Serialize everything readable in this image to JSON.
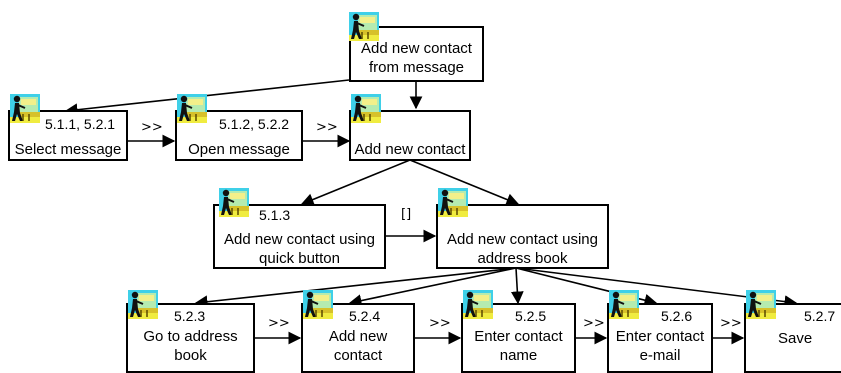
{
  "nodes": {
    "root": {
      "label": [
        "Add new contact",
        "from message"
      ]
    },
    "sel": {
      "id": "5.1.1, 5.2.1",
      "label": [
        "Select message"
      ]
    },
    "open": {
      "id": "5.1.2, 5.2.2",
      "label": [
        "Open message"
      ]
    },
    "add": {
      "label": [
        "Add new contact"
      ]
    },
    "quick": {
      "id": "5.1.3",
      "label": [
        "Add new contact using",
        "quick button"
      ]
    },
    "book": {
      "label": [
        "Add new contact using",
        "address book"
      ]
    },
    "go": {
      "id": "5.2.3",
      "label": [
        "Go to address",
        "book"
      ]
    },
    "addn": {
      "id": "5.2.4",
      "label": [
        "Add new",
        "contact"
      ]
    },
    "name": {
      "id": "5.2.5",
      "label": [
        "Enter contact",
        "name"
      ]
    },
    "email": {
      "id": "5.2.6",
      "label": [
        "Enter contact",
        "e-mail"
      ]
    },
    "save": {
      "id": "5.2.7",
      "label": [
        "Save"
      ]
    }
  },
  "operators": {
    "enable": ">>",
    "choice": "[]"
  },
  "icon": "task-person-icon"
}
